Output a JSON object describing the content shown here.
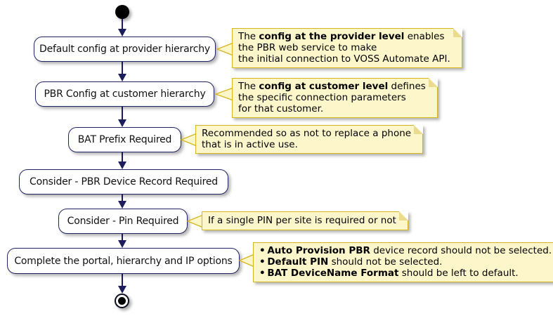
{
  "theme": {
    "page_bg": "#ffffff",
    "activity_bg": "#fefefe",
    "activity_border": "#222266",
    "arrow_color": "#1d1d5e",
    "note_bg": "#FDF6CB",
    "note_border": "#D6B51E",
    "note_fold": "#EADC8C",
    "text_color": "#111111"
  },
  "activities": [
    {
      "label": "Default config at provider hierarchy"
    },
    {
      "label": "PBR Config at customer hierarchy"
    },
    {
      "label": "BAT Prefix Required"
    },
    {
      "label": "Consider - PBR Device Record Required"
    },
    {
      "label": "Consider - Pin Required"
    },
    {
      "label": "Complete the portal, hierarchy and IP options"
    }
  ],
  "notes": [
    {
      "bullets": false,
      "lines": [
        [
          {
            "t": "The ",
            "b": false
          },
          {
            "t": "config at the provider level",
            "b": true
          },
          {
            "t": " enables",
            "b": false
          }
        ],
        [
          {
            "t": "the PBR web service to make",
            "b": false
          }
        ],
        [
          {
            "t": "the initial connection to VOSS Automate API.",
            "b": false
          }
        ]
      ]
    },
    {
      "bullets": false,
      "lines": [
        [
          {
            "t": "The ",
            "b": false
          },
          {
            "t": "config at customer level",
            "b": true
          },
          {
            "t": " defines",
            "b": false
          }
        ],
        [
          {
            "t": "the specific connection parameters",
            "b": false
          }
        ],
        [
          {
            "t": "for that customer.",
            "b": false
          }
        ]
      ]
    },
    {
      "bullets": false,
      "lines": [
        [
          {
            "t": "Recommended so as not to replace a phone",
            "b": false
          }
        ],
        [
          {
            "t": "that is in active use.",
            "b": false
          }
        ]
      ]
    },
    {
      "bullets": false,
      "lines": [
        [
          {
            "t": "If a single PIN per site is required or not",
            "b": false
          }
        ]
      ]
    },
    {
      "bullets": true,
      "lines": [
        [
          {
            "t": "Auto Provision PBR",
            "b": true
          },
          {
            "t": " device record should not be selected.",
            "b": false
          }
        ],
        [
          {
            "t": "Default PIN",
            "b": true
          },
          {
            "t": " should not be selected.",
            "b": false
          }
        ],
        [
          {
            "t": "BAT DeviceName Format",
            "b": true
          },
          {
            "t": " should be left to default.",
            "b": false
          }
        ]
      ]
    }
  ]
}
